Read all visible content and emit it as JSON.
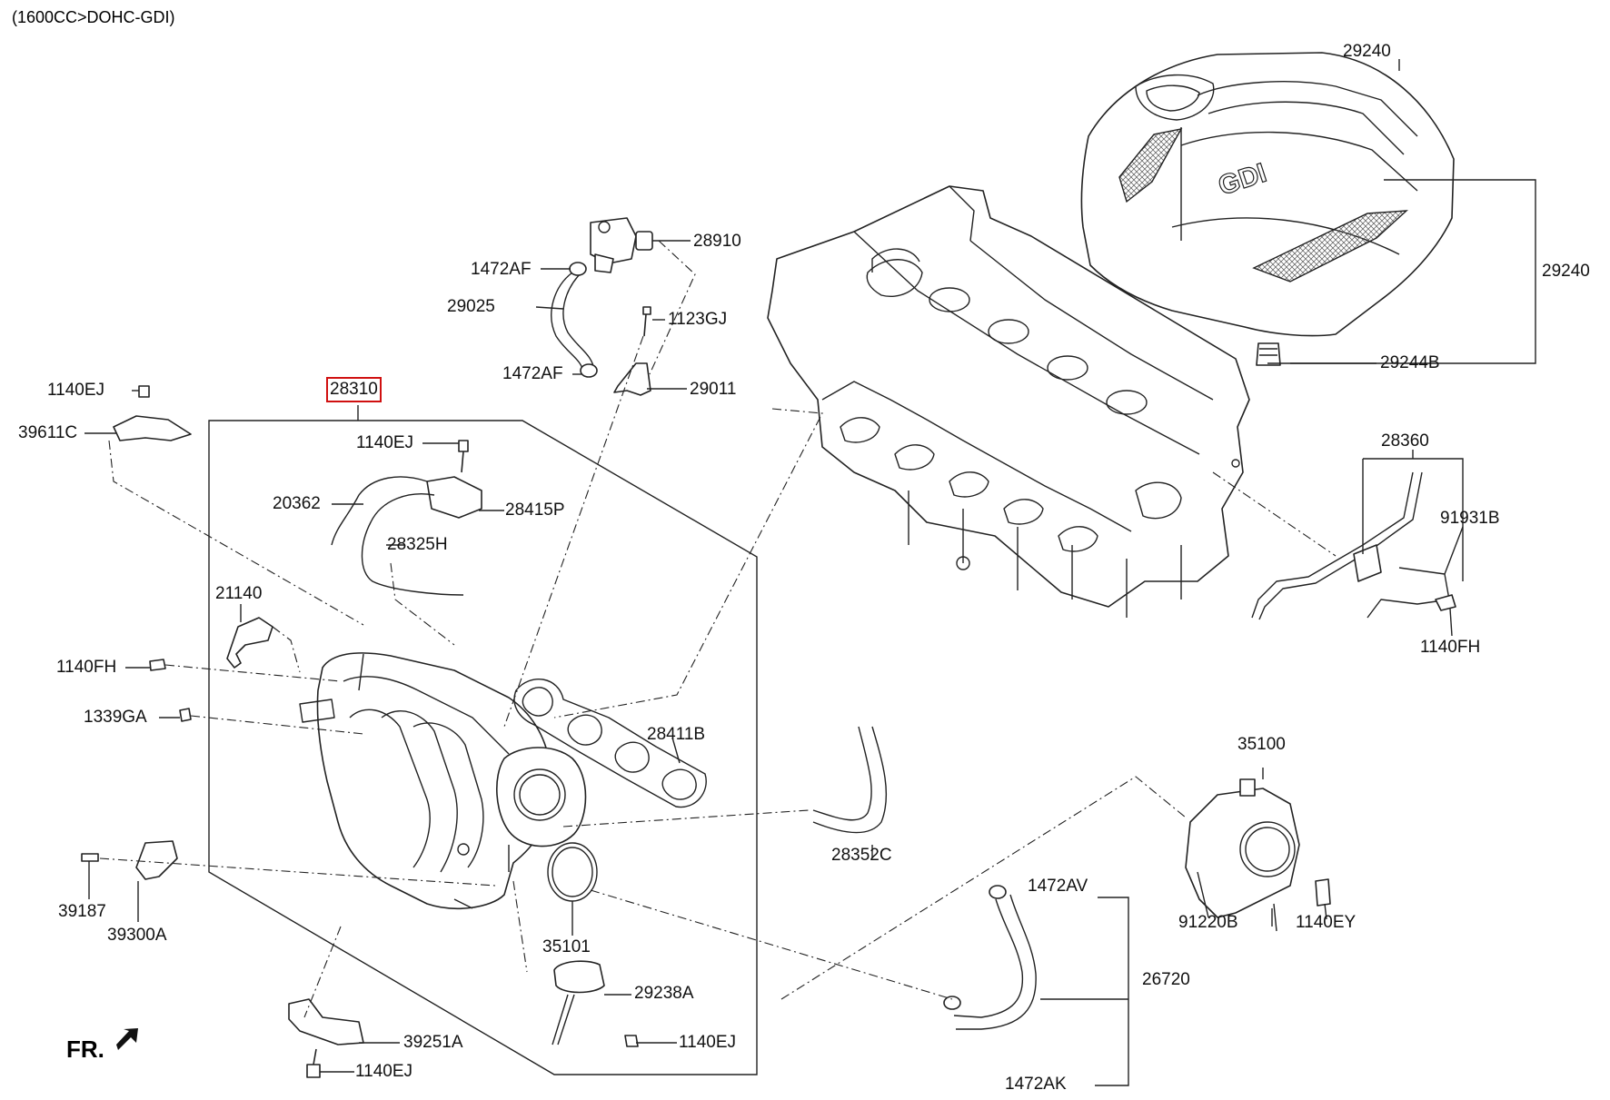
{
  "header": {
    "model": "(1600CC>DOHC-GDI)"
  },
  "direction": {
    "front_label": "FR."
  },
  "cover_logo": "GDI",
  "parts": {
    "p29240_top": "29240",
    "p29240_right": "29240",
    "p29244B": "29244B",
    "p28910": "28910",
    "p1472AF_top": "1472AF",
    "p29025": "29025",
    "p1123GJ": "1123GJ",
    "p1472AF_mid": "1472AF",
    "p29011": "29011",
    "p1140EJ_left": "1140EJ",
    "p39611C": "39611C",
    "p28310": "28310",
    "p1140EJ_inner": "1140EJ",
    "p20362": "20362",
    "p28415P": "28415P",
    "p28325H": "28325H",
    "p21140": "21140",
    "p1140FH_left": "1140FH",
    "p1339GA": "1339GA",
    "p28411B": "28411B",
    "p39187": "39187",
    "p39300A": "39300A",
    "p35101": "35101",
    "p29238A": "29238A",
    "p1140EJ_actuator": "1140EJ",
    "p39251A": "39251A",
    "p1140EJ_bottom": "1140EJ",
    "p28352C": "28352C",
    "p28360": "28360",
    "p91931B": "91931B",
    "p1140FH_right": "1140FH",
    "p35100": "35100",
    "p91220B": "91220B",
    "p1140EY": "1140EY",
    "p1472AV": "1472AV",
    "p26720": "26720",
    "p1472AK": "1472AK"
  },
  "highlight": {
    "part": "28310",
    "color": "#d01010"
  }
}
